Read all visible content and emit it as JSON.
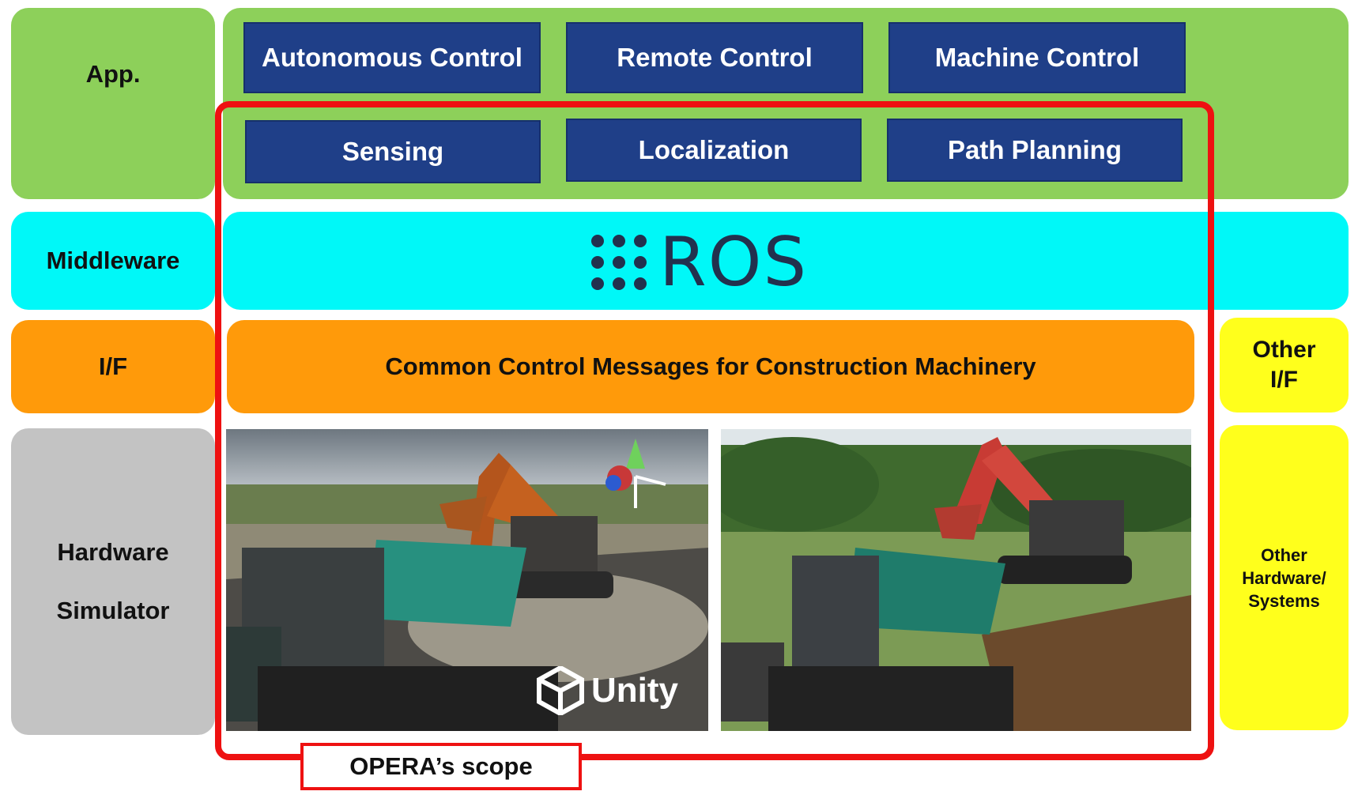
{
  "layers": {
    "app": "App.",
    "middleware": "Middleware",
    "interface": "I/F",
    "hardware_line1": "Hardware",
    "hardware_line2": "Simulator"
  },
  "app_row1": [
    "Autonomous Control",
    "Remote Control",
    "Machine Control"
  ],
  "app_row2": [
    "Sensing",
    "Localization",
    "Path Planning"
  ],
  "middleware": {
    "logo_text": "ROS"
  },
  "interface": {
    "common": "Common Control Messages for Construction Machinery"
  },
  "other": {
    "if_line1": "Other",
    "if_line2": "I/F",
    "hw_line1": "Other",
    "hw_line2": "Hardware/",
    "hw_line3": "Systems"
  },
  "simulator": {
    "brand": "Unity"
  },
  "scope": {
    "label": "OPERA’s scope"
  },
  "colors": {
    "app": "#8dd05a",
    "middleware": "#00f8f8",
    "interface": "#ff9a0a",
    "hardware": "#c3c3c3",
    "other": "#ffff1c",
    "module": "#1f3f88",
    "scope": "#ee1111"
  }
}
